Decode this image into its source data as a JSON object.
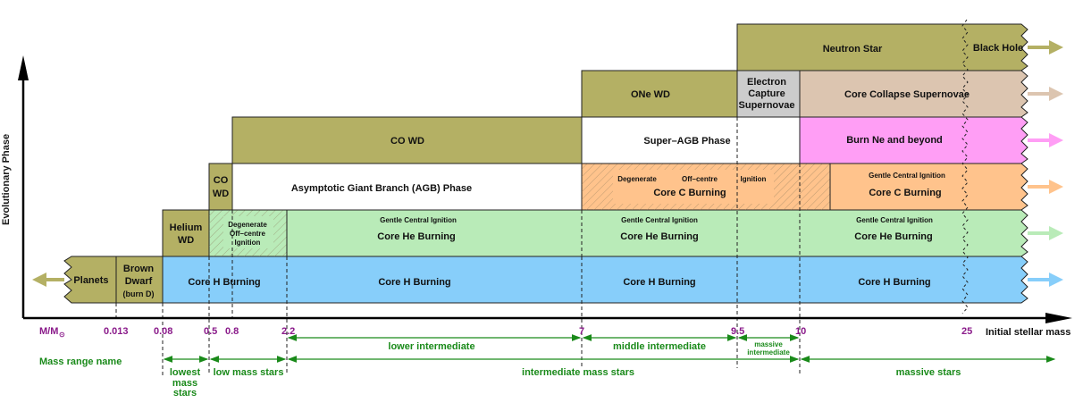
{
  "y_axis_label": "Evolutionary Phase",
  "x_axis_label": "Initial stellar mass",
  "mass_unit_label": "M/M",
  "mass_unit_sub": "⊙",
  "mass_ticks": [
    "0.013",
    "0.08",
    "0.5",
    "0.8",
    "2.2",
    "7",
    "9.5",
    "10",
    "25"
  ],
  "colors": {
    "remnant": "#b4b064",
    "h_burning": "#87cefa",
    "he_burning": "#b9ebb8",
    "c_burning": "#ffc38c",
    "ne_burning": "#ff9ef5",
    "cc_sn": "#dcc5b0",
    "ec_sn": "#cccccc",
    "tick": "#8a1a8a",
    "range": "#1a8a1a"
  },
  "blocks": {
    "planets": "Planets",
    "brown_dwarf": [
      "Brown",
      "Dwarf",
      "(burn D)"
    ],
    "core_h_1": "Core H Burning",
    "core_h_2": "Core H Burning",
    "core_h_3": "Core H Burning",
    "core_h_4": "Core H Burning",
    "helium_wd": [
      "Helium",
      "WD"
    ],
    "degenerate_offcentre_he": [
      "Degenerate",
      "Off–centre",
      "Ignition"
    ],
    "gentle_central_ignition": "Gentle   Central   Ignition",
    "core_he_burning": "Core He Burning",
    "co_wd_small": [
      "CO",
      "WD"
    ],
    "agb_phase": "Asymptotic Giant Branch (AGB) Phase",
    "co_wd": "CO WD",
    "degenerate_c": "Degenerate",
    "offcentre_c": "Off–centre",
    "ignition_c": "Ignition",
    "core_c_burning": "Core C Burning",
    "super_agb": "Super–AGB Phase",
    "one_wd": "ONe WD",
    "ec_sn": [
      "Electron",
      "Capture",
      "Supernovae"
    ],
    "neutron_star": "Neutron   Star",
    "black_hole": "Black Hole",
    "core_collapse": "Core Collapse   Supernovae",
    "burn_ne": "Burn Ne  and beyond"
  },
  "mass_range_title": "Mass range  name",
  "ranges": {
    "lowest": [
      "lowest",
      "mass",
      "stars"
    ],
    "low": "low mass stars",
    "intermediate": "intermediate mass stars",
    "massive": "massive stars",
    "lower_intermediate": "lower intermediate",
    "middle_intermediate": "middle intermediate",
    "massive_intermediate": [
      "massive",
      "intermediate"
    ]
  }
}
